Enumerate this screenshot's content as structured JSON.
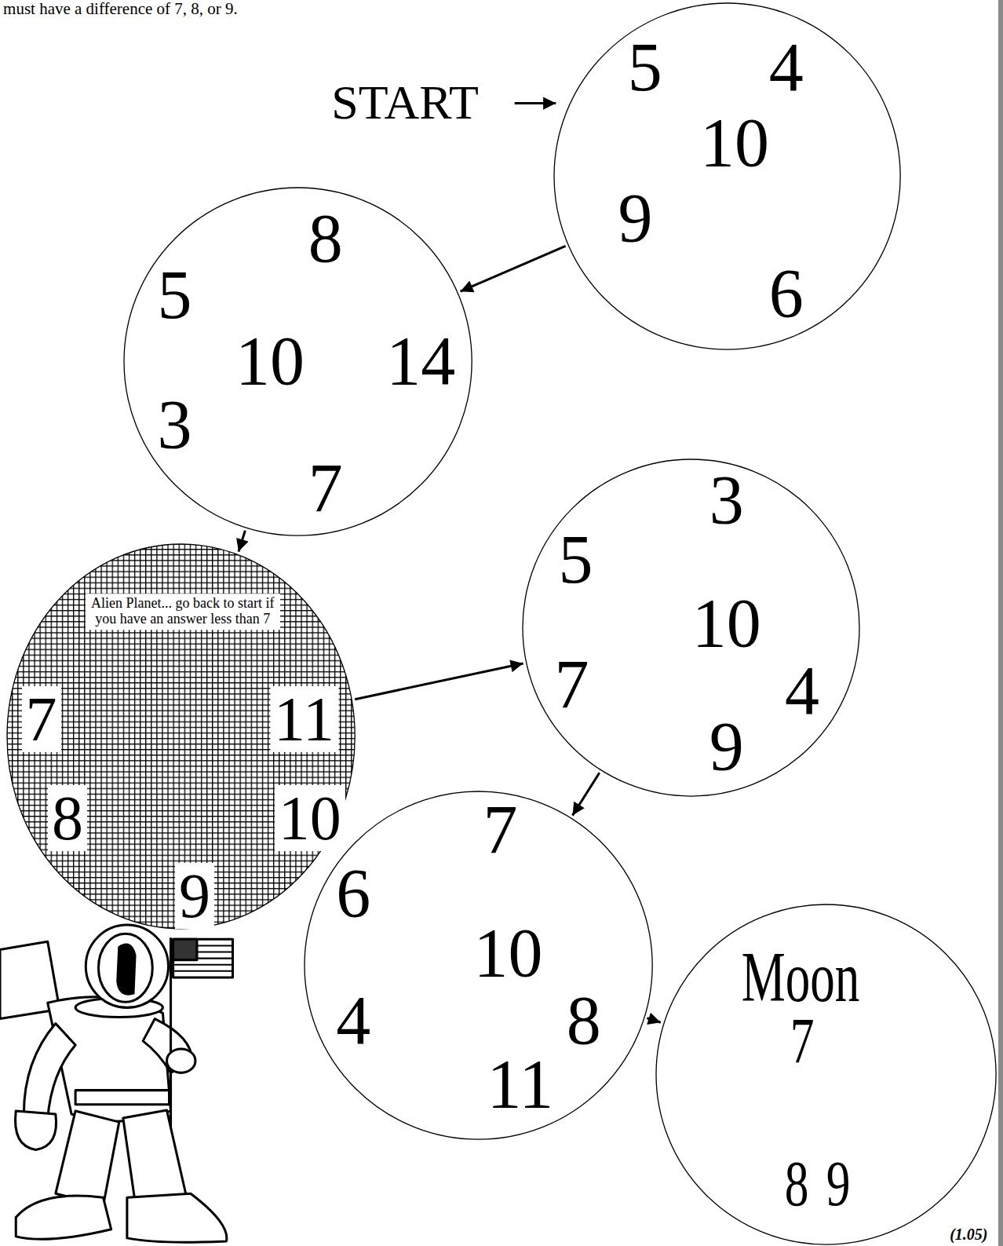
{
  "diagram": {
    "nodes": [
      {
        "text": [
          "5",
          "4",
          "10",
          "9",
          "6"
        ]
      },
      {
        "text": [
          "8",
          "5",
          "10",
          "14",
          "3",
          "7"
        ]
      },
      {
        "text": [
          "Alien Planet... go back to start if you have an answer less than 7",
          "7",
          "11",
          "8",
          "10",
          "9"
        ]
      },
      {
        "text": [
          "3",
          "5",
          "10",
          "7",
          "4",
          "9"
        ]
      },
      {
        "text": [
          "7",
          "6",
          "10",
          "4",
          "8",
          "11"
        ]
      },
      {
        "text": [
          "Moon",
          "7",
          "8",
          "9"
        ]
      }
    ],
    "edges": [
      {
        "from": 0,
        "to": 1,
        "arrow": "to"
      },
      {
        "from": 1,
        "to": 2,
        "arrow": "to"
      },
      {
        "from": 2,
        "to": 3,
        "arrow": "to"
      },
      {
        "from": 3,
        "to": 4,
        "arrow": "to"
      },
      {
        "from": 4,
        "to": 5,
        "arrow": "to"
      }
    ],
    "labels": [
      "must have a difference of 7, 8, or 9.",
      "START",
      "(1.05)"
    ]
  }
}
